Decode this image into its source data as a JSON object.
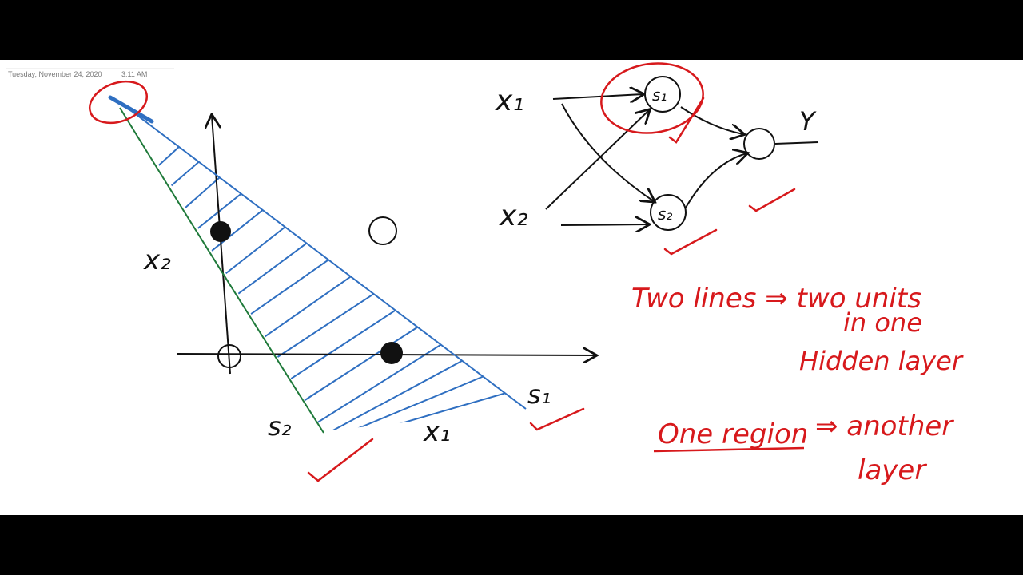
{
  "page": {
    "date_stamp": "Tuesday, November 24, 2020",
    "time_stamp": "3:11 AM"
  },
  "plot": {
    "x_label": "x₁",
    "y_label": "x₂",
    "line_labels": {
      "s1": "s₁",
      "s2": "s₂"
    }
  },
  "network": {
    "input_1": "x₁",
    "input_2": "x₂",
    "hidden_1": "s₁",
    "hidden_2": "s₂",
    "output": "Y"
  },
  "notes": {
    "line1a": "Two lines ⇒ two units",
    "line1b": "in one",
    "line1c": "Hidden layer",
    "line2a": "One region",
    "line2b": "⇒ another",
    "line2c": "layer"
  },
  "colors": {
    "ink": "#111111",
    "red": "#d7191c",
    "blue": "#2f6fc1",
    "green": "#1f7a3a",
    "paper": "#ffffff",
    "letterbox": "#000000"
  }
}
